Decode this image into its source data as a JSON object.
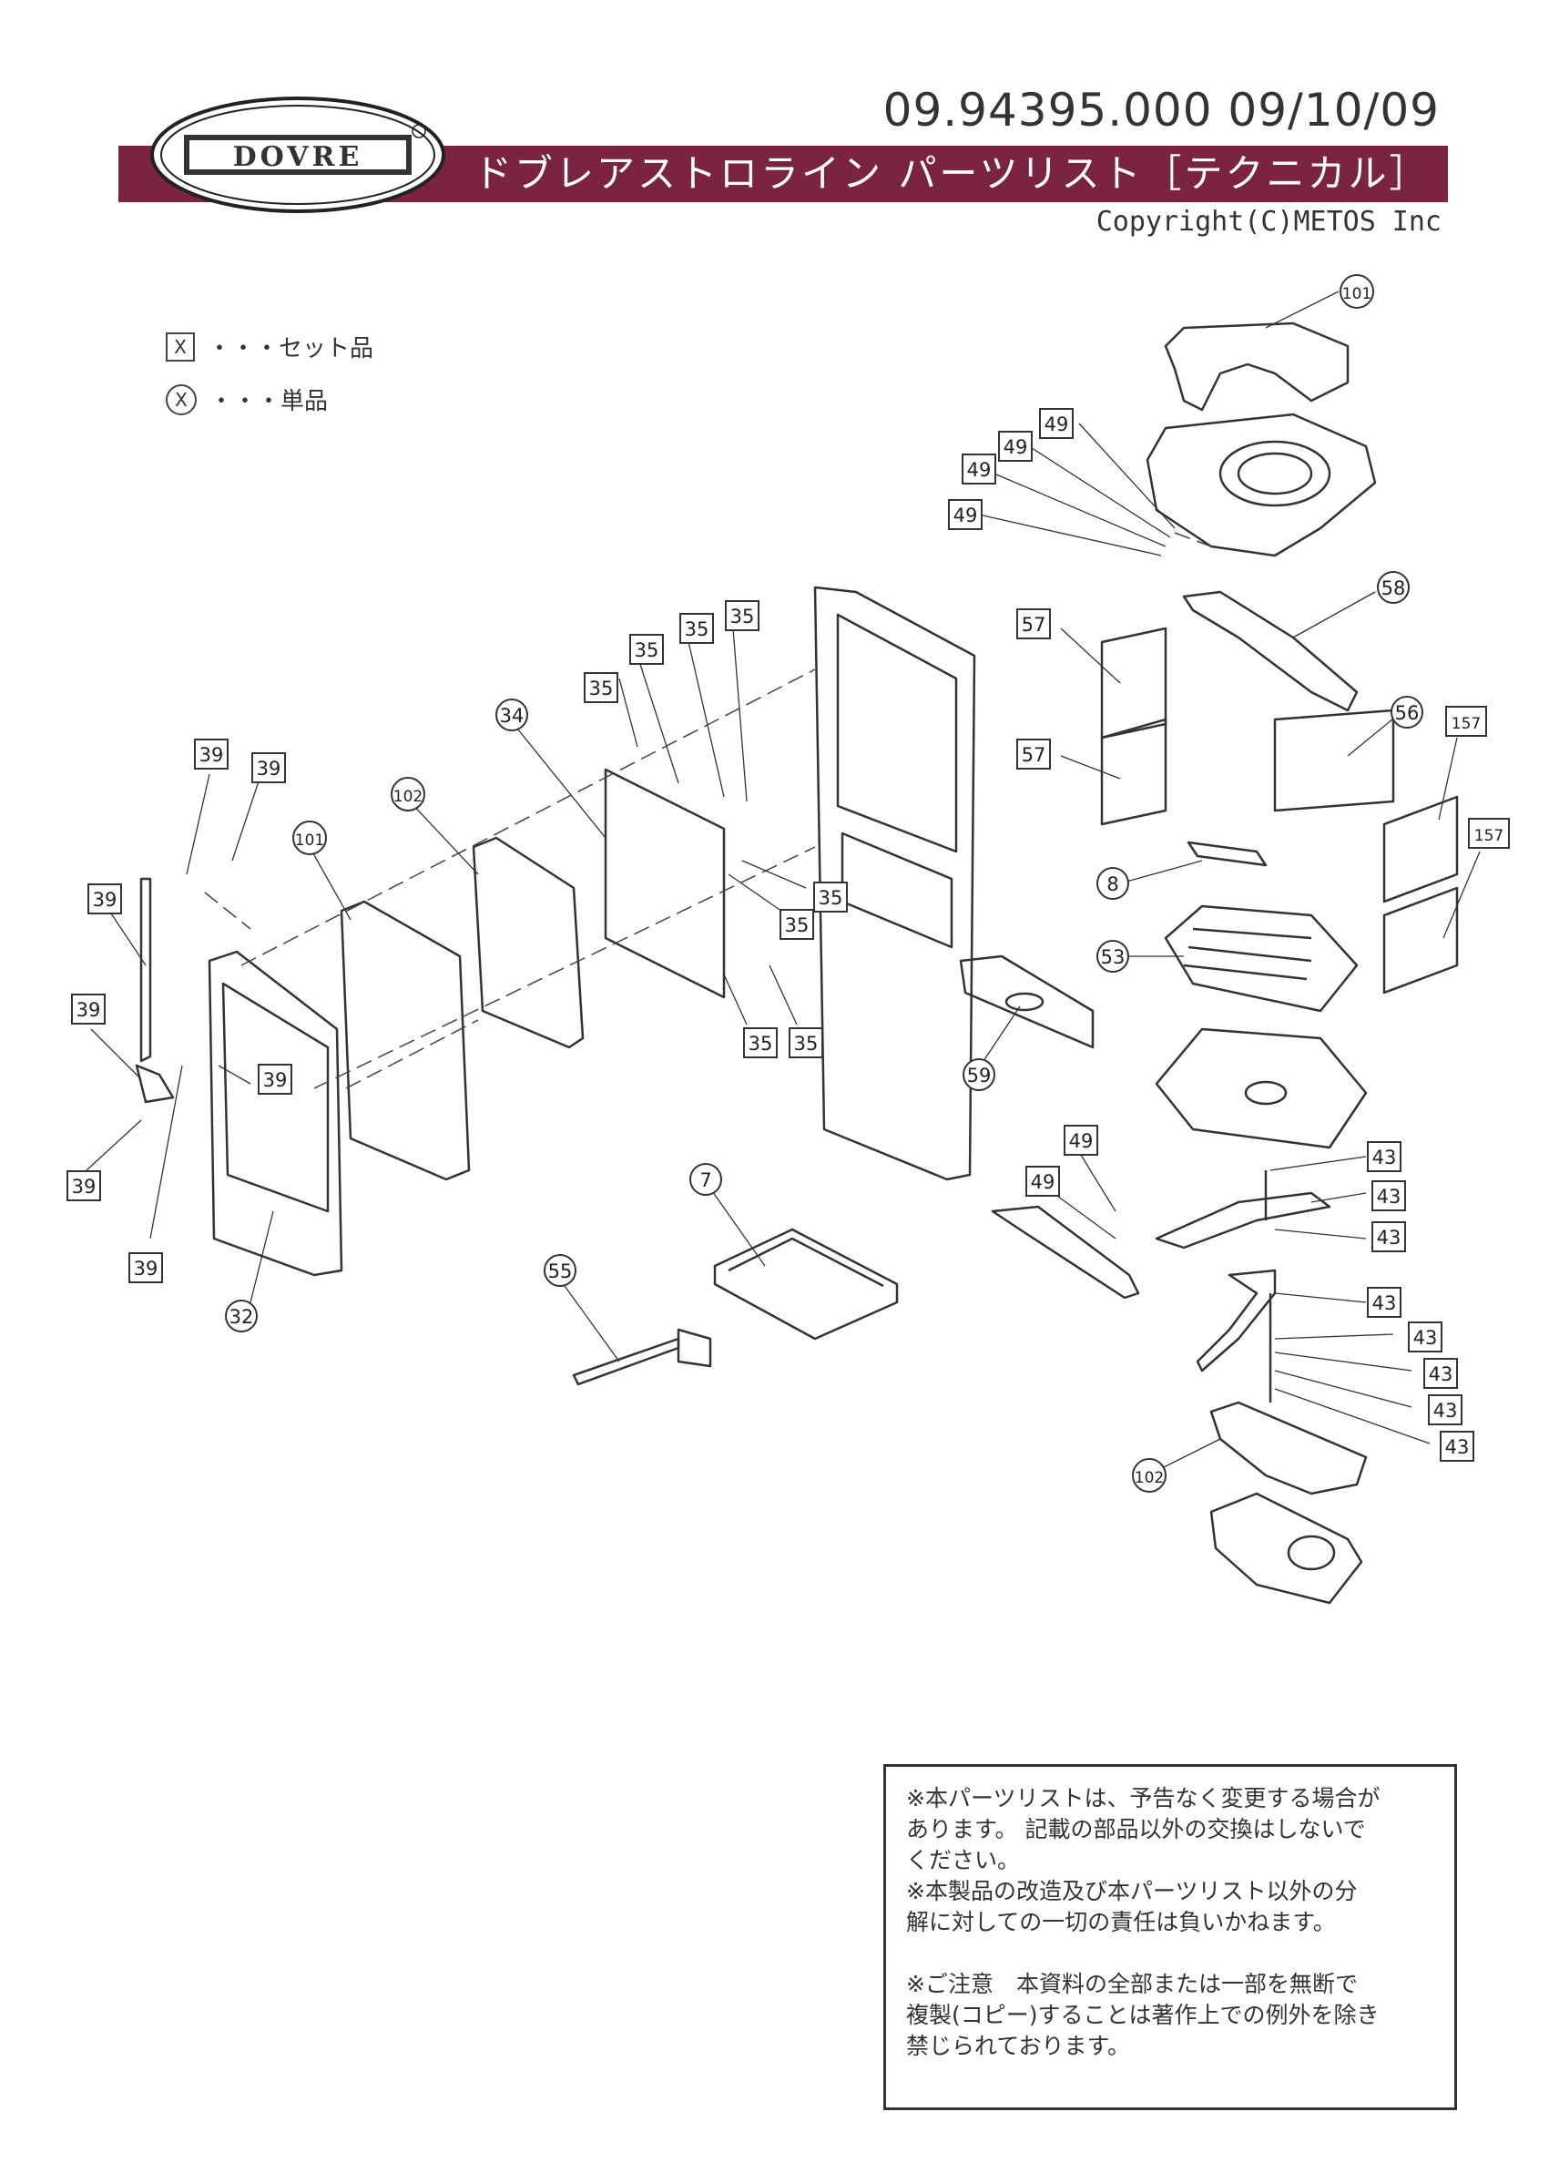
{
  "header": {
    "doc_number": "09.94395.000  09/10/09",
    "title": "ドブレアストロライン パーツリスト［テクニカル］",
    "copyright": "Copyright(C)METOS Inc",
    "brand_color": "#7a2440"
  },
  "logo": {
    "icon": "dovre-logo",
    "text": "Dovre"
  },
  "legend": {
    "set": {
      "symbol": "X",
      "label": "・・・セット品"
    },
    "single": {
      "symbol": "X",
      "label": "・・・単品"
    }
  },
  "callouts": [
    {
      "id": "c101a",
      "label": "101",
      "shape": "circle"
    },
    {
      "id": "c49a",
      "label": "49",
      "shape": "box"
    },
    {
      "id": "c49b",
      "label": "49",
      "shape": "box"
    },
    {
      "id": "c49c",
      "label": "49",
      "shape": "box"
    },
    {
      "id": "c49d",
      "label": "49",
      "shape": "box"
    },
    {
      "id": "c58",
      "label": "58",
      "shape": "circle"
    },
    {
      "id": "c57a",
      "label": "57",
      "shape": "box"
    },
    {
      "id": "c57b",
      "label": "57",
      "shape": "box"
    },
    {
      "id": "c56",
      "label": "56",
      "shape": "circle"
    },
    {
      "id": "c157a",
      "label": "157",
      "shape": "box"
    },
    {
      "id": "c157b",
      "label": "157",
      "shape": "box"
    },
    {
      "id": "c8",
      "label": "8",
      "shape": "circle"
    },
    {
      "id": "c53",
      "label": "53",
      "shape": "circle"
    },
    {
      "id": "c59",
      "label": "59",
      "shape": "circle"
    },
    {
      "id": "c35a",
      "label": "35",
      "shape": "box"
    },
    {
      "id": "c35b",
      "label": "35",
      "shape": "box"
    },
    {
      "id": "c35c",
      "label": "35",
      "shape": "box"
    },
    {
      "id": "c35d",
      "label": "35",
      "shape": "box"
    },
    {
      "id": "c35e",
      "label": "35",
      "shape": "box"
    },
    {
      "id": "c35f",
      "label": "35",
      "shape": "box"
    },
    {
      "id": "c35g",
      "label": "35",
      "shape": "box"
    },
    {
      "id": "c35h",
      "label": "35",
      "shape": "box"
    },
    {
      "id": "c34",
      "label": "34",
      "shape": "circle"
    },
    {
      "id": "c102a",
      "label": "102",
      "shape": "circle"
    },
    {
      "id": "c101b",
      "label": "101",
      "shape": "circle"
    },
    {
      "id": "c39a",
      "label": "39",
      "shape": "box"
    },
    {
      "id": "c39b",
      "label": "39",
      "shape": "box"
    },
    {
      "id": "c39c",
      "label": "39",
      "shape": "box"
    },
    {
      "id": "c39d",
      "label": "39",
      "shape": "box"
    },
    {
      "id": "c39e",
      "label": "39",
      "shape": "box"
    },
    {
      "id": "c39f",
      "label": "39",
      "shape": "box"
    },
    {
      "id": "c39g",
      "label": "39",
      "shape": "box"
    },
    {
      "id": "c32",
      "label": "32",
      "shape": "circle"
    },
    {
      "id": "c7",
      "label": "7",
      "shape": "circle"
    },
    {
      "id": "c55",
      "label": "55",
      "shape": "circle"
    },
    {
      "id": "c49e",
      "label": "49",
      "shape": "box"
    },
    {
      "id": "c49f",
      "label": "49",
      "shape": "box"
    },
    {
      "id": "c43a",
      "label": "43",
      "shape": "box"
    },
    {
      "id": "c43b",
      "label": "43",
      "shape": "box"
    },
    {
      "id": "c43c",
      "label": "43",
      "shape": "box"
    },
    {
      "id": "c43d",
      "label": "43",
      "shape": "box"
    },
    {
      "id": "c43e",
      "label": "43",
      "shape": "box"
    },
    {
      "id": "c43f",
      "label": "43",
      "shape": "box"
    },
    {
      "id": "c43g",
      "label": "43",
      "shape": "box"
    },
    {
      "id": "c43h",
      "label": "43",
      "shape": "box"
    },
    {
      "id": "c102b",
      "label": "102",
      "shape": "circle"
    }
  ],
  "notice": {
    "line1": "※本パーツリストは、予告なく変更する場合が",
    "line2": "あります。 記載の部品以外の交換はしないで",
    "line3": "ください。",
    "line4": "※本製品の改造及び本パーツリスト以外の分",
    "line5": "解に対しての一切の責任は負いかねます。",
    "line6": "※ご注意　本資料の全部または一部を無断で",
    "line7": "複製(コピー)することは著作上での例外を除き",
    "line8": "禁じられております。"
  }
}
